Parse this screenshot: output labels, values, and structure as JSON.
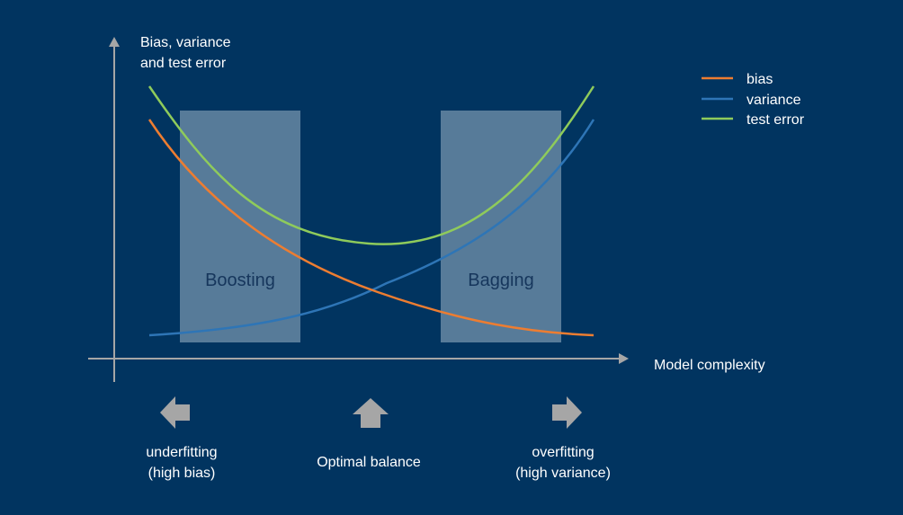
{
  "colors": {
    "background": "#013460",
    "axis": "#a6a6a6",
    "bias": "#ed7d31",
    "variance": "#2e75b6",
    "test_error": "#8fcb5b",
    "highlight_box": "#9fb6c9",
    "box_label": "#16365c",
    "arrow": "#a6a6a6",
    "text": "#ffffff"
  },
  "axes": {
    "y_label_line1": "Bias, variance",
    "y_label_line2": "and test error",
    "x_label": "Model complexity"
  },
  "legend": [
    {
      "label": "bias",
      "color": "#ed7d31"
    },
    {
      "label": "variance",
      "color": "#2e75b6"
    },
    {
      "label": "test error",
      "color": "#8fcb5b"
    }
  ],
  "regions": {
    "boosting": "Boosting",
    "bagging": "Bagging"
  },
  "annotations": {
    "underfitting_line1": "underfitting",
    "underfitting_line2": "(high bias)",
    "optimal": "Optimal balance",
    "overfitting_line1": "overfitting",
    "overfitting_line2": "(high variance)"
  },
  "icons": {
    "left": "arrow-left-icon",
    "up": "arrow-up-icon",
    "right": "arrow-right-icon"
  }
}
